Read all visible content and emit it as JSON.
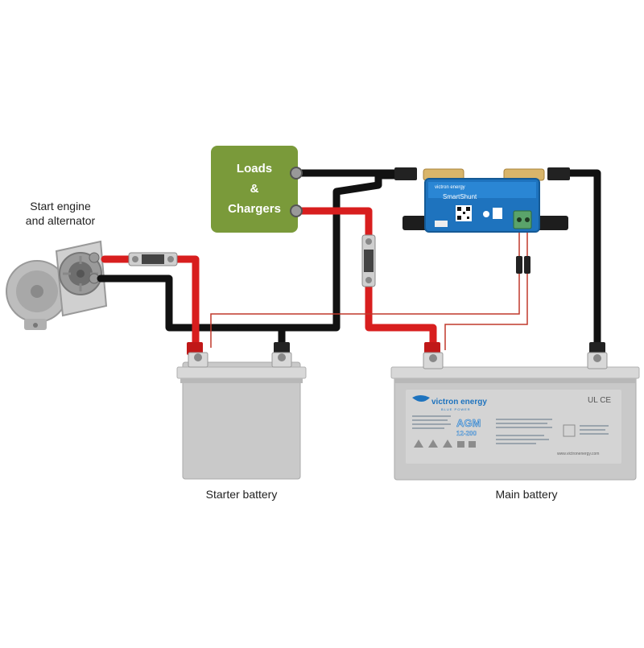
{
  "labels": {
    "alternator_line1": "Start engine",
    "alternator_line2": "and alternator",
    "loads_line1": "Loads",
    "loads_line2": "&",
    "loads_line3": "Chargers",
    "starter_battery": "Starter battery",
    "main_battery": "Main battery"
  },
  "smartshunt": {
    "brand": "victron energy",
    "name": "SmartShunt"
  },
  "main_battery_label": {
    "brand": "victron energy",
    "tagline": "BLUE POWER",
    "model_line1": "AGM",
    "model_line2": "12-200",
    "cert": "UL CE",
    "website": "www.victronenergy.com"
  },
  "colors": {
    "positive_cable": "#d81e1e",
    "negative_cable": "#111111",
    "sense_wire": "#c0392b",
    "loads_box": "#7a9a3a",
    "battery_body": "#c9c9c9",
    "shunt_body": "#1e73be",
    "brand_blue": "#1e73be"
  }
}
